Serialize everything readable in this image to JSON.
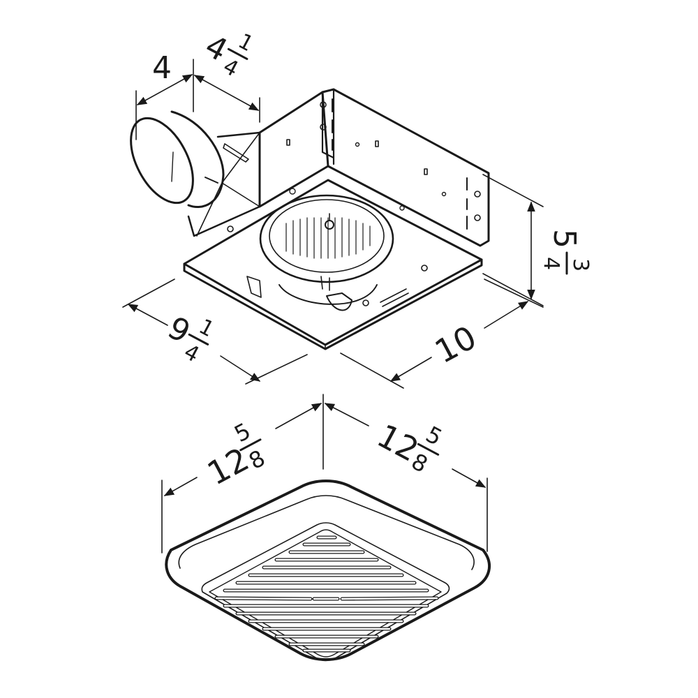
{
  "diagram": {
    "type": "dimensional-drawing",
    "subject": "ceiling exhaust fan",
    "ink_color": "#1a1a1a",
    "background": "#ffffff",
    "housing": {
      "duct_diameter": {
        "whole": "4",
        "numerator": "",
        "denominator": ""
      },
      "duct_depth": {
        "whole": "4",
        "numerator": "1",
        "denominator": "4"
      },
      "height": {
        "whole": "5",
        "numerator": "3",
        "denominator": "4"
      },
      "width": {
        "whole": "9",
        "numerator": "1",
        "denominator": "4"
      },
      "length": {
        "whole": "10",
        "numerator": "",
        "denominator": ""
      }
    },
    "grille": {
      "width_left": {
        "whole": "12",
        "numerator": "5",
        "denominator": "8"
      },
      "width_right": {
        "whole": "12",
        "numerator": "5",
        "denominator": "8"
      }
    }
  }
}
